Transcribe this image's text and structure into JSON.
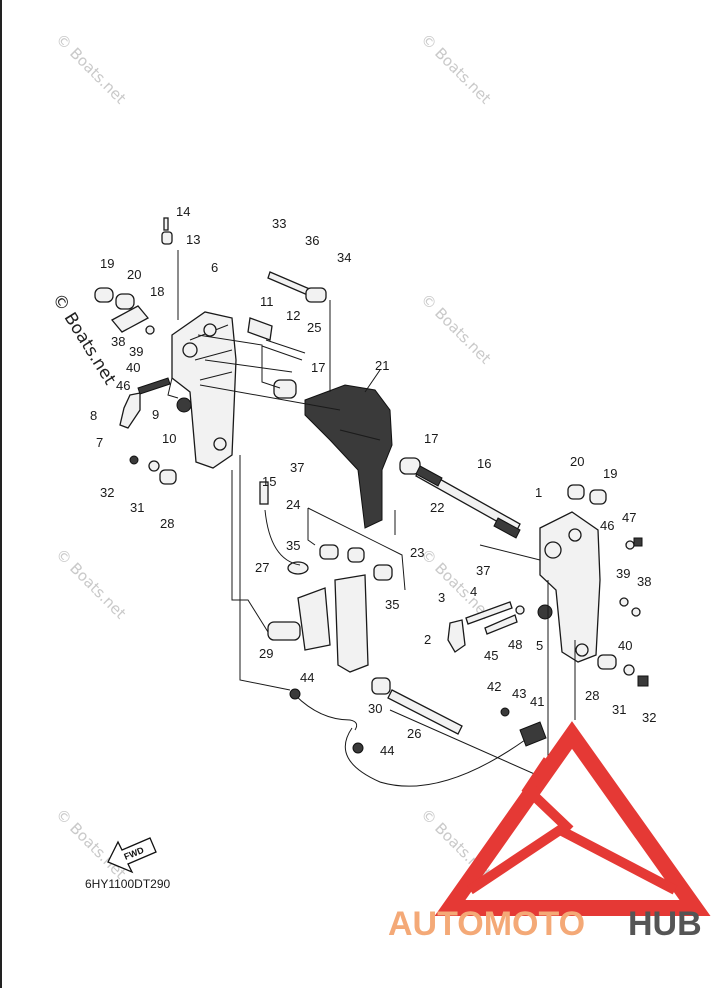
{
  "watermark": "© Boats.net",
  "diagram_code": "6HY1100DT290",
  "fwd_label": "FWD",
  "brand": {
    "part1": "AUTOMOTO",
    "part2": "HUB",
    "accent": "#e53935",
    "accent_light": "#f4a977"
  },
  "callouts": [
    "1",
    "2",
    "3",
    "4",
    "5",
    "6",
    "7",
    "8",
    "9",
    "10",
    "11",
    "12",
    "13",
    "14",
    "15",
    "16",
    "17",
    "17",
    "18",
    "19",
    "19",
    "20",
    "20",
    "21",
    "22",
    "23",
    "24",
    "25",
    "26",
    "27",
    "28",
    "28",
    "29",
    "30",
    "31",
    "31",
    "32",
    "32",
    "33",
    "34",
    "35",
    "35",
    "36",
    "37",
    "37",
    "38",
    "38",
    "39",
    "39",
    "40",
    "40",
    "41",
    "42",
    "43",
    "44",
    "44",
    "45",
    "46",
    "46",
    "47",
    "48"
  ]
}
